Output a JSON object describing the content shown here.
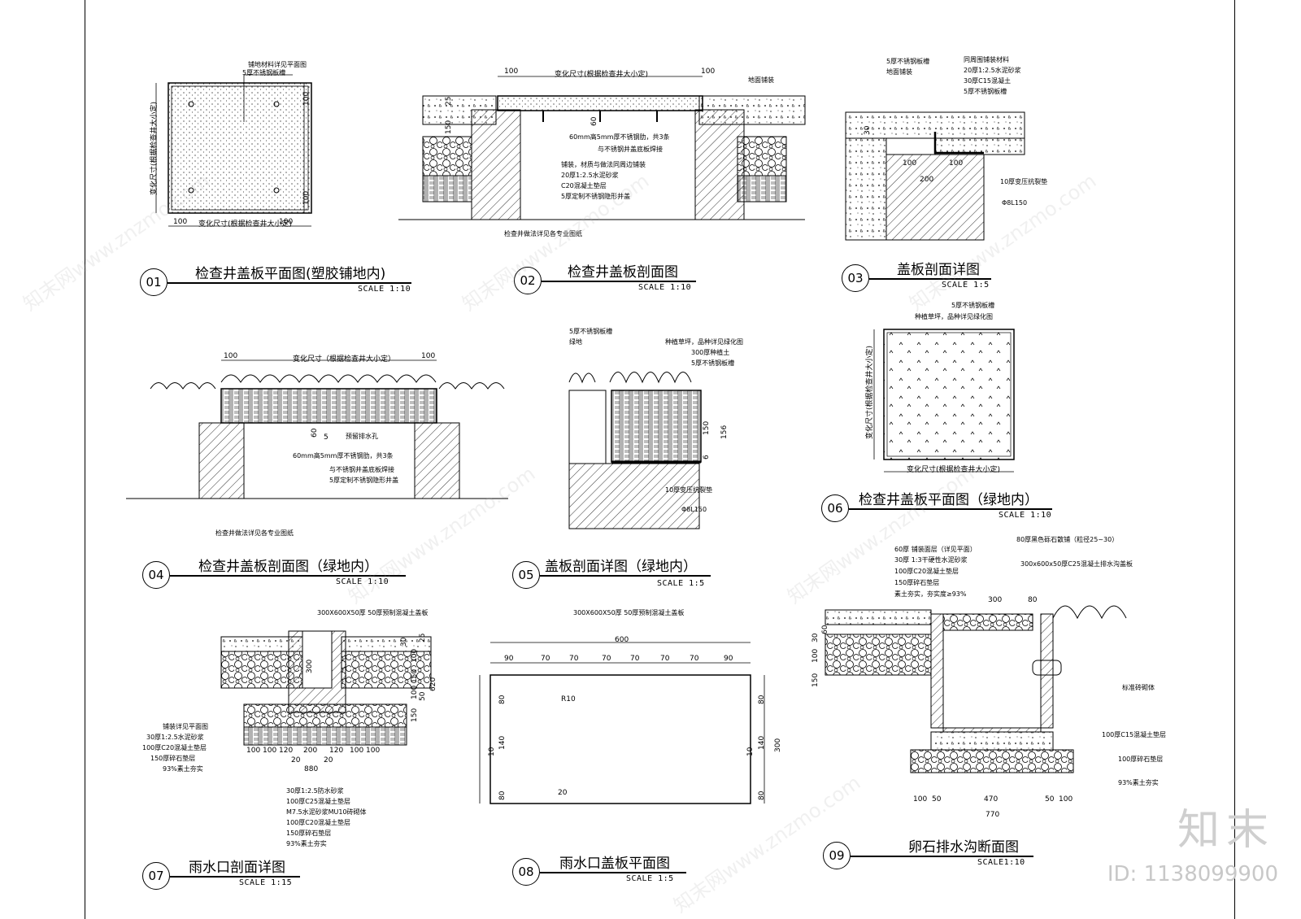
{
  "views": [
    {
      "num": "01",
      "title": "检查井盖板平面图(塑胶铺地内)",
      "scale": "SCALE 1:10"
    },
    {
      "num": "02",
      "title": "检查井盖板剖面图",
      "scale": "SCALE 1:10"
    },
    {
      "num": "03",
      "title": "盖板剖面详图",
      "scale": "SCALE 1:5"
    },
    {
      "num": "04",
      "title": "检查井盖板剖面图（绿地内）",
      "scale": "SCALE 1:10"
    },
    {
      "num": "05",
      "title": "盖板剖面详图（绿地内）",
      "scale": "SCALE 1:5"
    },
    {
      "num": "06",
      "title": "检查井盖板平面图（绿地内）",
      "scale": "SCALE 1:10"
    },
    {
      "num": "07",
      "title": "雨水口剖面详图",
      "scale": "SCALE 1:15"
    },
    {
      "num": "08",
      "title": "雨水口盖板平面图",
      "scale": "SCALE 1:5"
    },
    {
      "num": "09",
      "title": "卵石排水沟断面图",
      "scale": "SCALE1:10"
    }
  ],
  "v01": {
    "notes": [
      "5厚不锈钢板槽",
      "铺地材料详见平面图"
    ],
    "dim_var_h": "变化尺寸(根据检查井大小定)",
    "dim_var_v": "变化尺寸(根据检查井大小定)",
    "d100a": "100",
    "d100b": "100",
    "d100c": "100",
    "d100d": "100"
  },
  "v02": {
    "d100a": "100",
    "d100b": "100",
    "dim_var": "变化尺寸(根据检查井大小定)",
    "n_pave": "地面铺装",
    "n_bar": "60mm高5mm厚不锈钢肋，共3条",
    "n_weld": "与不锈钢井盖底板焊接",
    "n_mat": "铺装，材质与做法同周边铺装",
    "n_mortar": "20厚1:2.5水泥砂浆",
    "n_conc": "C20混凝土垫层",
    "n_steel": "5厚定制不锈钢隐形井盖",
    "n_well": "检查井做法详见各专业图纸",
    "d25": "25",
    "d150": "150",
    "d60": "60"
  },
  "v03": {
    "n1": "5厚不锈钢板槽",
    "n2": "地面铺装",
    "n3": "同周围铺装材料",
    "n4": "20厚1:2.5水泥砂浆",
    "n5": "30厚C15混凝土",
    "n6": "5厚不锈钢板槽",
    "n7": "10厚变压抗裂垫",
    "n8": "Φ8L150",
    "d30": "30",
    "d100a": "100",
    "d100b": "100",
    "d200": "200"
  },
  "v04": {
    "d100a": "100",
    "d100b": "100",
    "dim_var": "变化尺寸（根据检查井大小定）",
    "n_hole": "预留排水孔",
    "n_bar": "60mm高5mm厚不锈钢肋，共3条",
    "n_weld": "与不锈钢井盖底板焊接",
    "n_steel": "5厚定制不锈钢隐形井盖",
    "n_well": "检查井做法详见各专业图纸",
    "d60": "60",
    "d5": "5"
  },
  "v05": {
    "n1": "5厚不锈钢板槽",
    "n2": "绿地",
    "n3": "种植草坪，品种详见绿化图",
    "n4": "300厚种植土",
    "n5": "5厚不锈钢板槽",
    "n6": "10厚变压抗裂垫",
    "n7": "Φ8L150",
    "d150": "150",
    "d156": "156",
    "d6": "6"
  },
  "v06": {
    "n1": "5厚不锈钢板槽",
    "n2": "种植草坪，品种详见绿化图",
    "dim_h": "变化尺寸(根据检查井大小定)",
    "dim_v": "变化尺寸(根据检查井大小定)"
  },
  "v07": {
    "n_top": "300X600X50厚 50厚预制混凝土盖板",
    "left_notes": [
      "铺装详见平面图",
      "30厚1:2.5水泥砂浆",
      "100厚C20混凝土垫层",
      "150厚碎石垫层",
      "93%素土夯实"
    ],
    "bottom_notes": [
      "30厚1:2.5防水砂浆",
      "100厚C25混凝土垫层",
      "M7.5水泥砂浆MU10砖砌体",
      "100厚C20混凝土垫层",
      "150厚碎石垫层",
      "93%素土夯实"
    ],
    "dims_bottom": [
      "100",
      "100",
      "120",
      "200",
      "120",
      "100",
      "100"
    ],
    "d880": "880",
    "d20a": "20",
    "d20b": "20",
    "d300": "300",
    "d620": "620",
    "right_dims": [
      "30",
      "100",
      "150",
      "100",
      "50",
      "150"
    ],
    "d25": "25"
  },
  "v08": {
    "n_top": "300X600X50厚 50厚预制混凝土盖板",
    "d600": "600",
    "top_dims": [
      "90",
      "70",
      "70",
      "70",
      "70",
      "70",
      "70",
      "90"
    ],
    "d300": "300",
    "left_dims": [
      "80",
      "140",
      "80"
    ],
    "right_dims": [
      "80",
      "140",
      "80"
    ],
    "d10a": "10",
    "d10b": "10",
    "d20": "20",
    "r10": "R10"
  },
  "v09": {
    "notes_left": [
      "60厚 铺装面层（详见平面）",
      "30厚 1:3干硬性水泥砂浆",
      "100厚C20混凝土垫层",
      "150厚碎石垫层",
      "素土夯实，夯实度≥93%"
    ],
    "n_top": "80厚黑色砾石散铺（粒径25~30）",
    "n_slab": "300x600x50厚C25混凝土排水沟盖板",
    "n_brick": "标准砖砌体",
    "n_c15": "100厚C15混凝土垫层",
    "n_gravel": "100厚碎石垫层",
    "n_soil": "93%素土夯实",
    "d300": "300",
    "d80": "80",
    "left_dims": [
      "60",
      "30",
      "100",
      "150"
    ],
    "bottom_dims": [
      "100",
      "50",
      "470",
      "50",
      "100"
    ],
    "d770": "770"
  },
  "brand": "知末",
  "id_text": "ID: 1138099900",
  "watermark": "知末网www.znzmo.com"
}
